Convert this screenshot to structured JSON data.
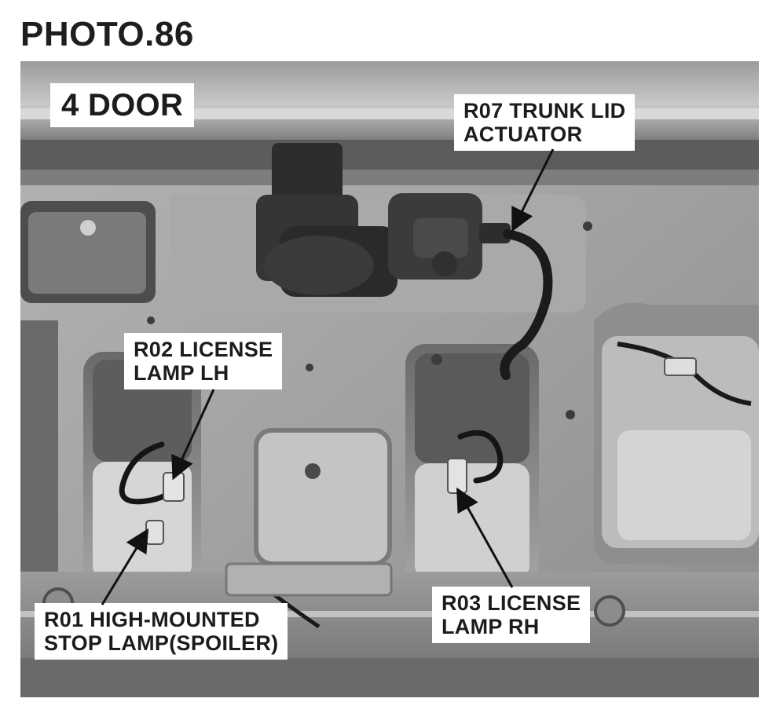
{
  "page": {
    "title": "PHOTO.86"
  },
  "photo": {
    "variant_label": "4 DOOR",
    "callouts": [
      {
        "id": "R07",
        "lines": [
          "R07 TRUNK LID",
          "ACTUATOR"
        ]
      },
      {
        "id": "R02",
        "lines": [
          "R02 LICENSE",
          "LAMP LH"
        ]
      },
      {
        "id": "R01",
        "lines": [
          "R01 HIGH-MOUNTED",
          "STOP LAMP(SPOILER)"
        ]
      },
      {
        "id": "R03",
        "lines": [
          "R03 LICENSE",
          "LAMP RH"
        ]
      }
    ]
  },
  "colors": {
    "panel_metal": "#9a9a9a",
    "panel_shadow": "#5a5a5a",
    "panel_highlight": "#d8d8d8",
    "label_background": "#ffffff",
    "text": "#1c1c1c"
  }
}
